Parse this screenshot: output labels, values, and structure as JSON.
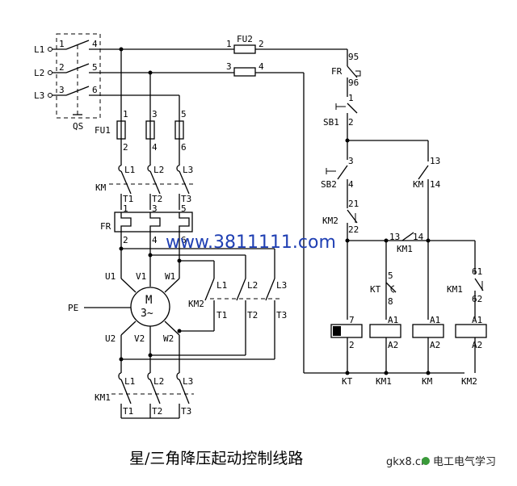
{
  "title": "星/三角降压起动控制线路",
  "watermark_url": "www.3811111.com",
  "watermark_brand": "电工电气学习",
  "watermark_domain": "gkx8.cn",
  "labels": {
    "L1": "L1",
    "L2": "L2",
    "L3": "L3",
    "QS": "QS",
    "FU1": "FU1",
    "FU2": "FU2",
    "KM": "KM",
    "FR": "FR",
    "PE": "PE",
    "KM2": "KM2",
    "KM1": "KM1",
    "SB1": "SB1",
    "SB2": "SB2",
    "KT": "KT",
    "U1": "U1",
    "V1": "V1",
    "W1": "W1",
    "U2": "U2",
    "V2": "V2",
    "W2": "W2",
    "T1": "T1",
    "T2": "T2",
    "T3": "T3",
    "M": "M",
    "M3": "3~",
    "A1": "A1",
    "A2": "A2",
    "n1": "1",
    "n2": "2",
    "n3": "3",
    "n4": "4",
    "n5": "5",
    "n6": "6",
    "n7": "7",
    "n8": "8",
    "n13": "13",
    "n14": "14",
    "n21": "21",
    "n22": "22",
    "n61": "61",
    "n62": "62",
    "n95": "95",
    "n96": "96"
  },
  "coil_names": [
    "KT",
    "KM1",
    "KM",
    "KM2"
  ]
}
